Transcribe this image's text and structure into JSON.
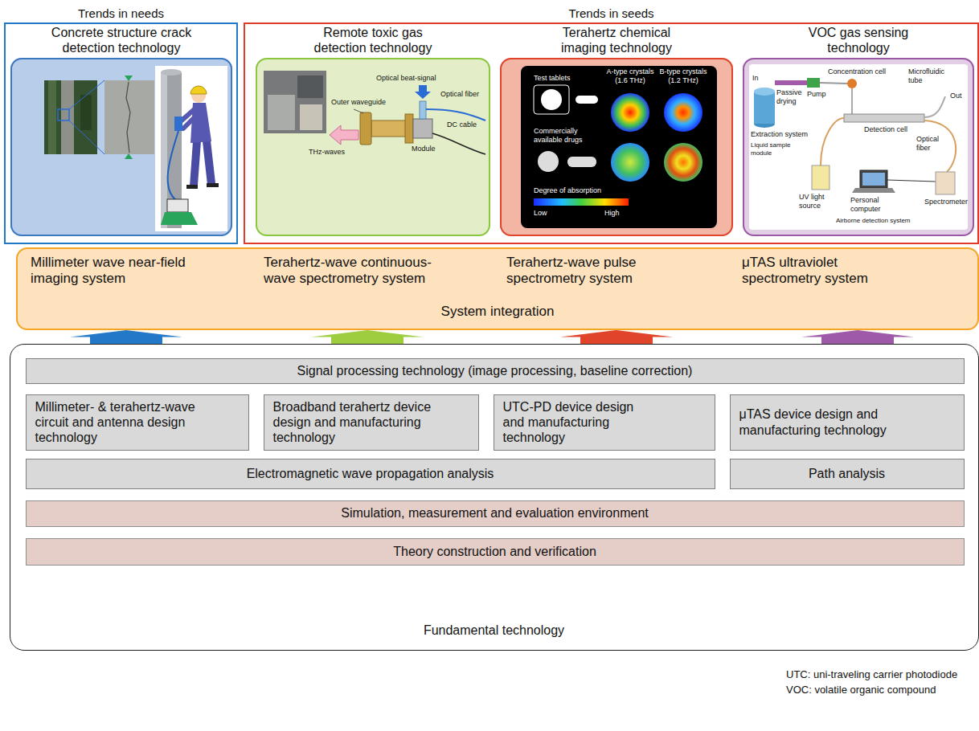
{
  "diagram": {
    "nodes": [
      {
        "text": [
          "Trends in needs"
        ]
      },
      {
        "text": [
          "Concrete structure crack detection technology"
        ],
        "in": 0
      },
      {
        "text": [
          "Trends in seeds"
        ]
      },
      {
        "text": [
          "Remote toxic gas detection technology"
        ],
        "in": 2
      },
      {
        "text": [
          "Terahertz chemical imaging technology"
        ],
        "in": 2
      },
      {
        "text": [
          "VOC gas sensing technology"
        ],
        "in": 2
      },
      {
        "text": [
          "Millimeter wave near-field imaging system",
          "Terahertz-wave continuous-wave spectrometry system",
          "Terahertz-wave pulse spectrometry system",
          "μTAS ultraviolet spectrometry system",
          "System integration"
        ]
      },
      {
        "text": [
          "Fundamental technology"
        ]
      },
      {
        "text": [
          "Signal processing technology (image processing, baseline correction)"
        ],
        "in": 7
      },
      {
        "text": [
          "Millimeter- & terahertz-wave circuit and antenna design technology"
        ],
        "in": 7
      },
      {
        "text": [
          "Broadband terahertz device design and manufacturing technology"
        ],
        "in": 7
      },
      {
        "text": [
          "UTC-PD device design and manufacturing technology"
        ],
        "in": 7
      },
      {
        "text": [
          "μTAS device design and manufacturing technology"
        ],
        "in": 7
      },
      {
        "text": [
          "Electromagnetic wave propagation analysis"
        ],
        "in": 7
      },
      {
        "text": [
          "Path analysis"
        ],
        "in": 7
      },
      {
        "text": [
          "Simulation, measurement and evaluation environment"
        ],
        "in": 7
      },
      {
        "text": [
          "Theory construction and verification"
        ],
        "in": 7
      }
    ],
    "edges": [
      {
        "from": 7,
        "to": 6,
        "arrow": "to"
      },
      {
        "from": 7,
        "to": 6,
        "arrow": "to"
      },
      {
        "from": 7,
        "to": 6,
        "arrow": "to"
      },
      {
        "from": 7,
        "to": 6,
        "arrow": "to"
      }
    ],
    "labels": [
      "Optical beat-signal",
      "Optical fiber",
      "Outer waveguide",
      "THz-waves",
      "Module",
      "DC cable",
      "Test tablets",
      "A-type crystals (1.6 THz)",
      "B-type crystals (1.2 THz)",
      "Commercially available drugs",
      "Degree of absorption",
      "Low",
      "High",
      "In",
      "Passive drying",
      "Concentration cell",
      "Microfluidic tube",
      "Pump",
      "Out",
      "Extraction system",
      "Detection cell",
      "Optical fiber",
      "Liquid sample module",
      "Personal computer",
      "UV light source",
      "Spectrometer",
      "Airborne detection system",
      "UTC: uni-traveling carrier photodiode",
      "VOC: volatile organic compound"
    ]
  }
}
